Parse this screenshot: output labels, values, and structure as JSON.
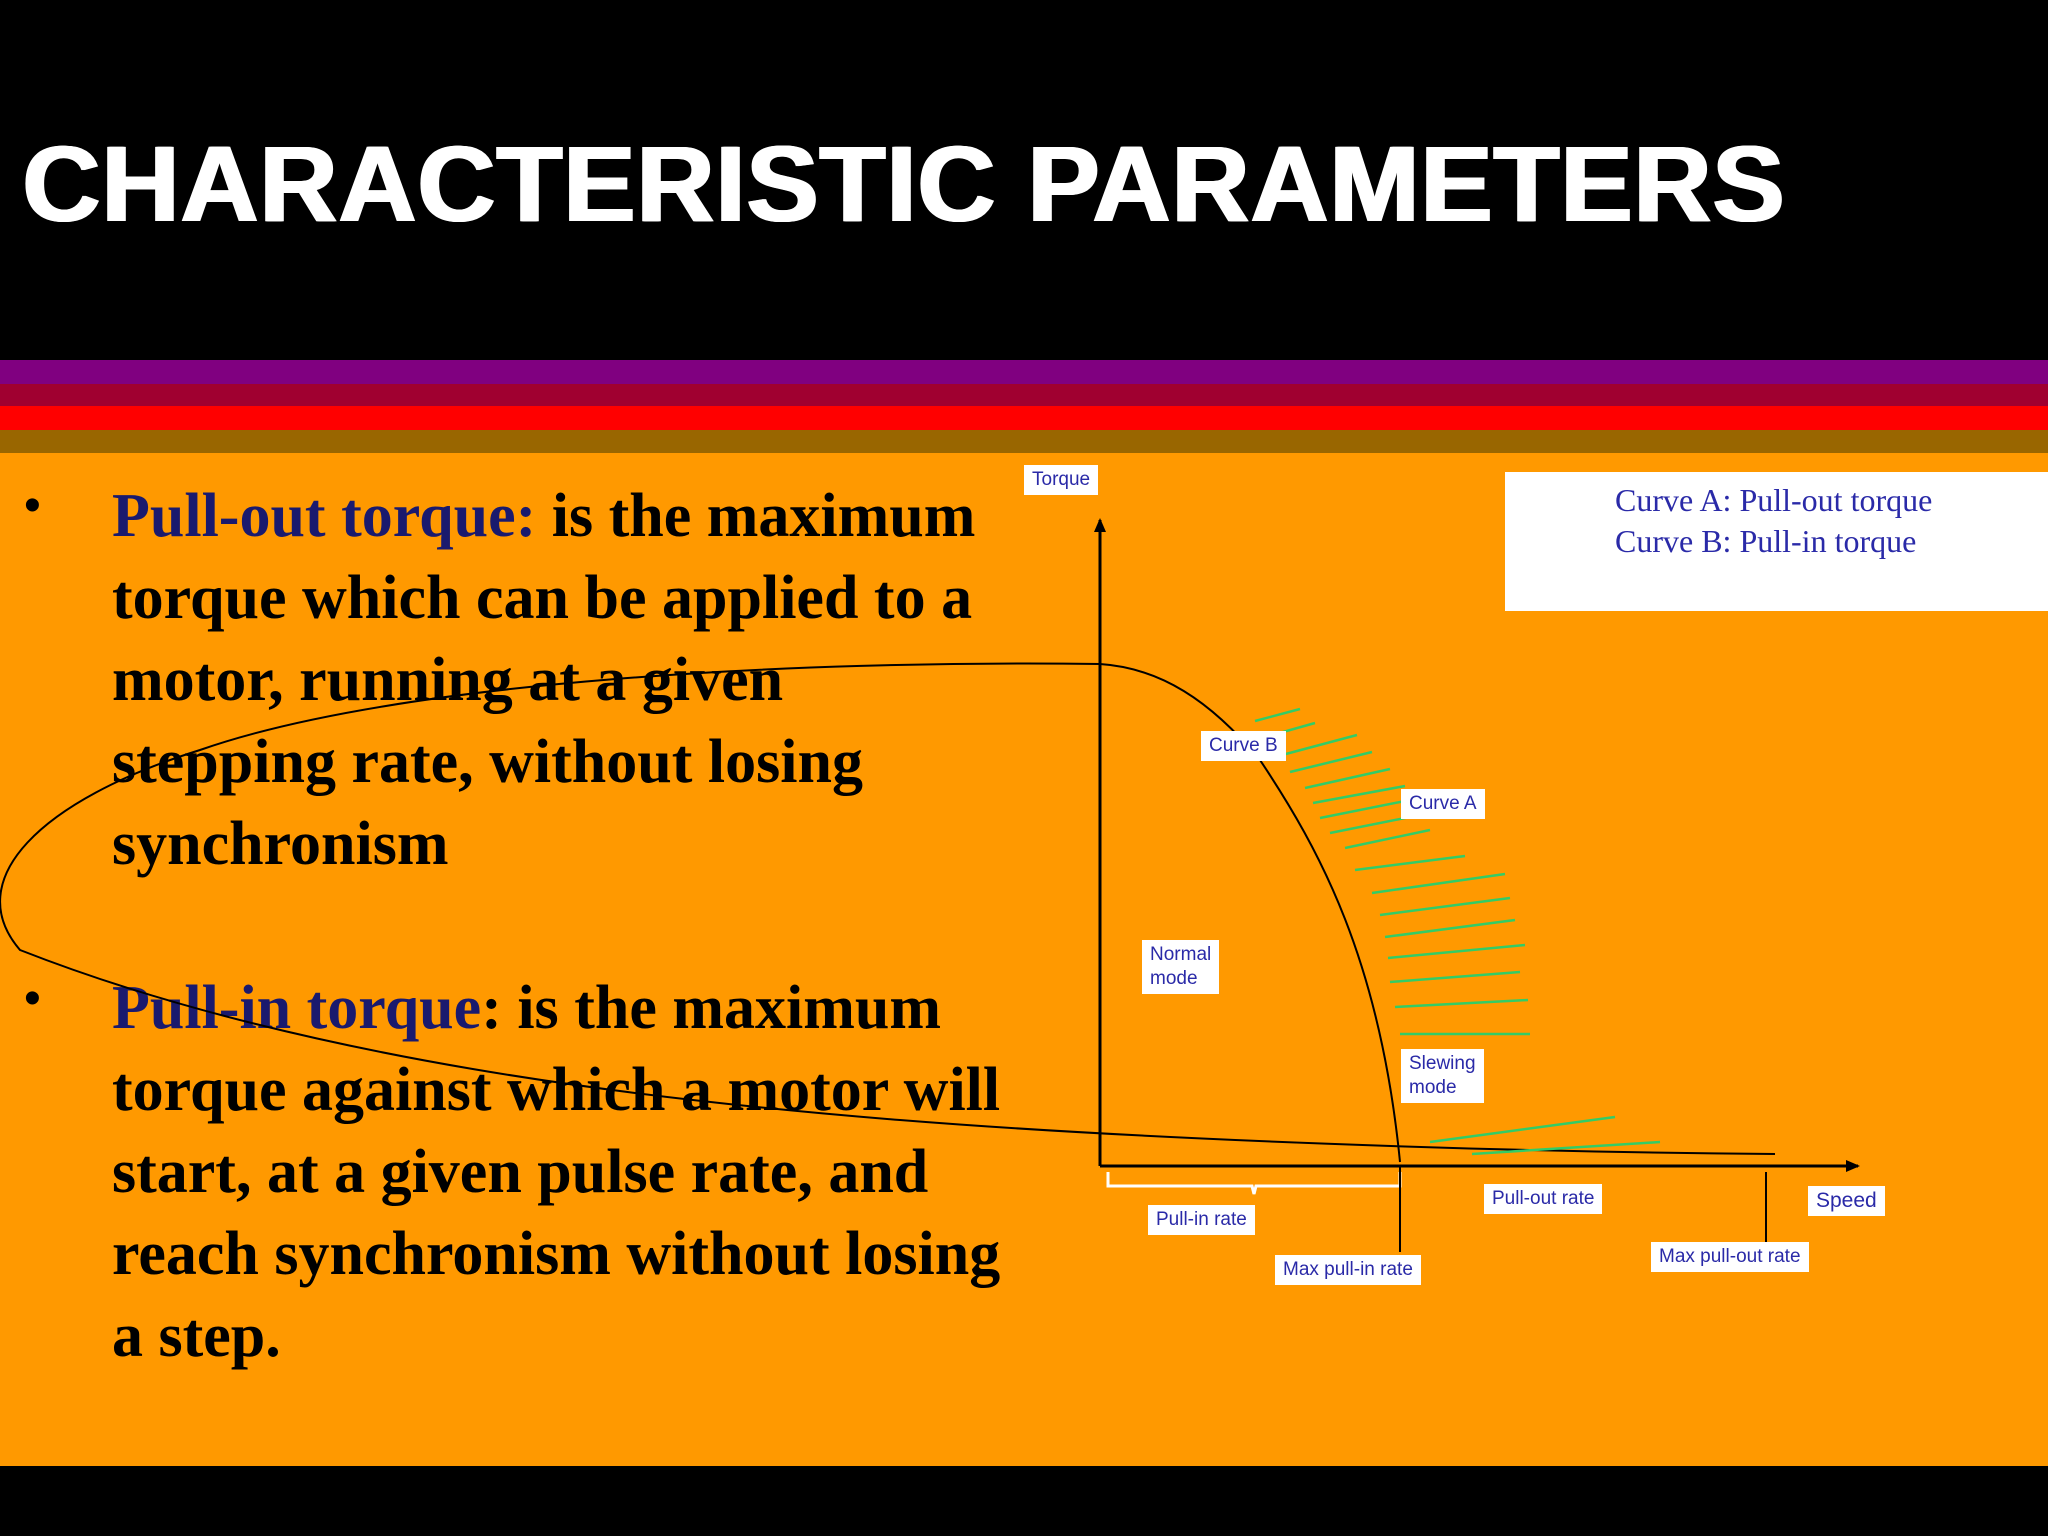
{
  "slide": {
    "title": "CHARACTERISTIC PARAMETERS",
    "colors": {
      "header_bg": "#000000",
      "title": "#ffffff",
      "stripe_purple": "#800080",
      "stripe_crimson": "#a00030",
      "stripe_red": "#ff0000",
      "stripe_brown": "#996600",
      "content_bg": "#ff9900",
      "term": "#1a1a6e",
      "diagram_label": "#2a2aa8",
      "hatch": "#33cc66"
    }
  },
  "bullets": [
    {
      "symbol": "•",
      "term": "Pull-out torque:",
      "text": "  is the maximum torque which can be applied to a motor, running at a given stepping rate, without losing synchronism"
    },
    {
      "symbol": "•",
      "term": "Pull-in torque",
      "text": ": is the maximum torque against which a motor will start, at a given pulse rate, and reach synchronism without losing a step."
    }
  ],
  "diagram": {
    "labels": {
      "torque": "Torque",
      "speed": "Speed",
      "curve_b": "Curve B",
      "curve_a": "Curve A",
      "normal_mode": [
        "Normal",
        "mode"
      ],
      "slewing_mode": [
        "Slewing",
        "mode"
      ],
      "pull_in_rate": "Pull-in rate",
      "pull_out_rate": "Pull-out rate",
      "max_pull_in_rate": "Max pull-in rate",
      "max_pull_out_rate": "Max pull-out rate"
    },
    "legend": {
      "line_a": "Curve A: Pull-out torque",
      "line_b": "Curve B: Pull-in torque"
    }
  }
}
